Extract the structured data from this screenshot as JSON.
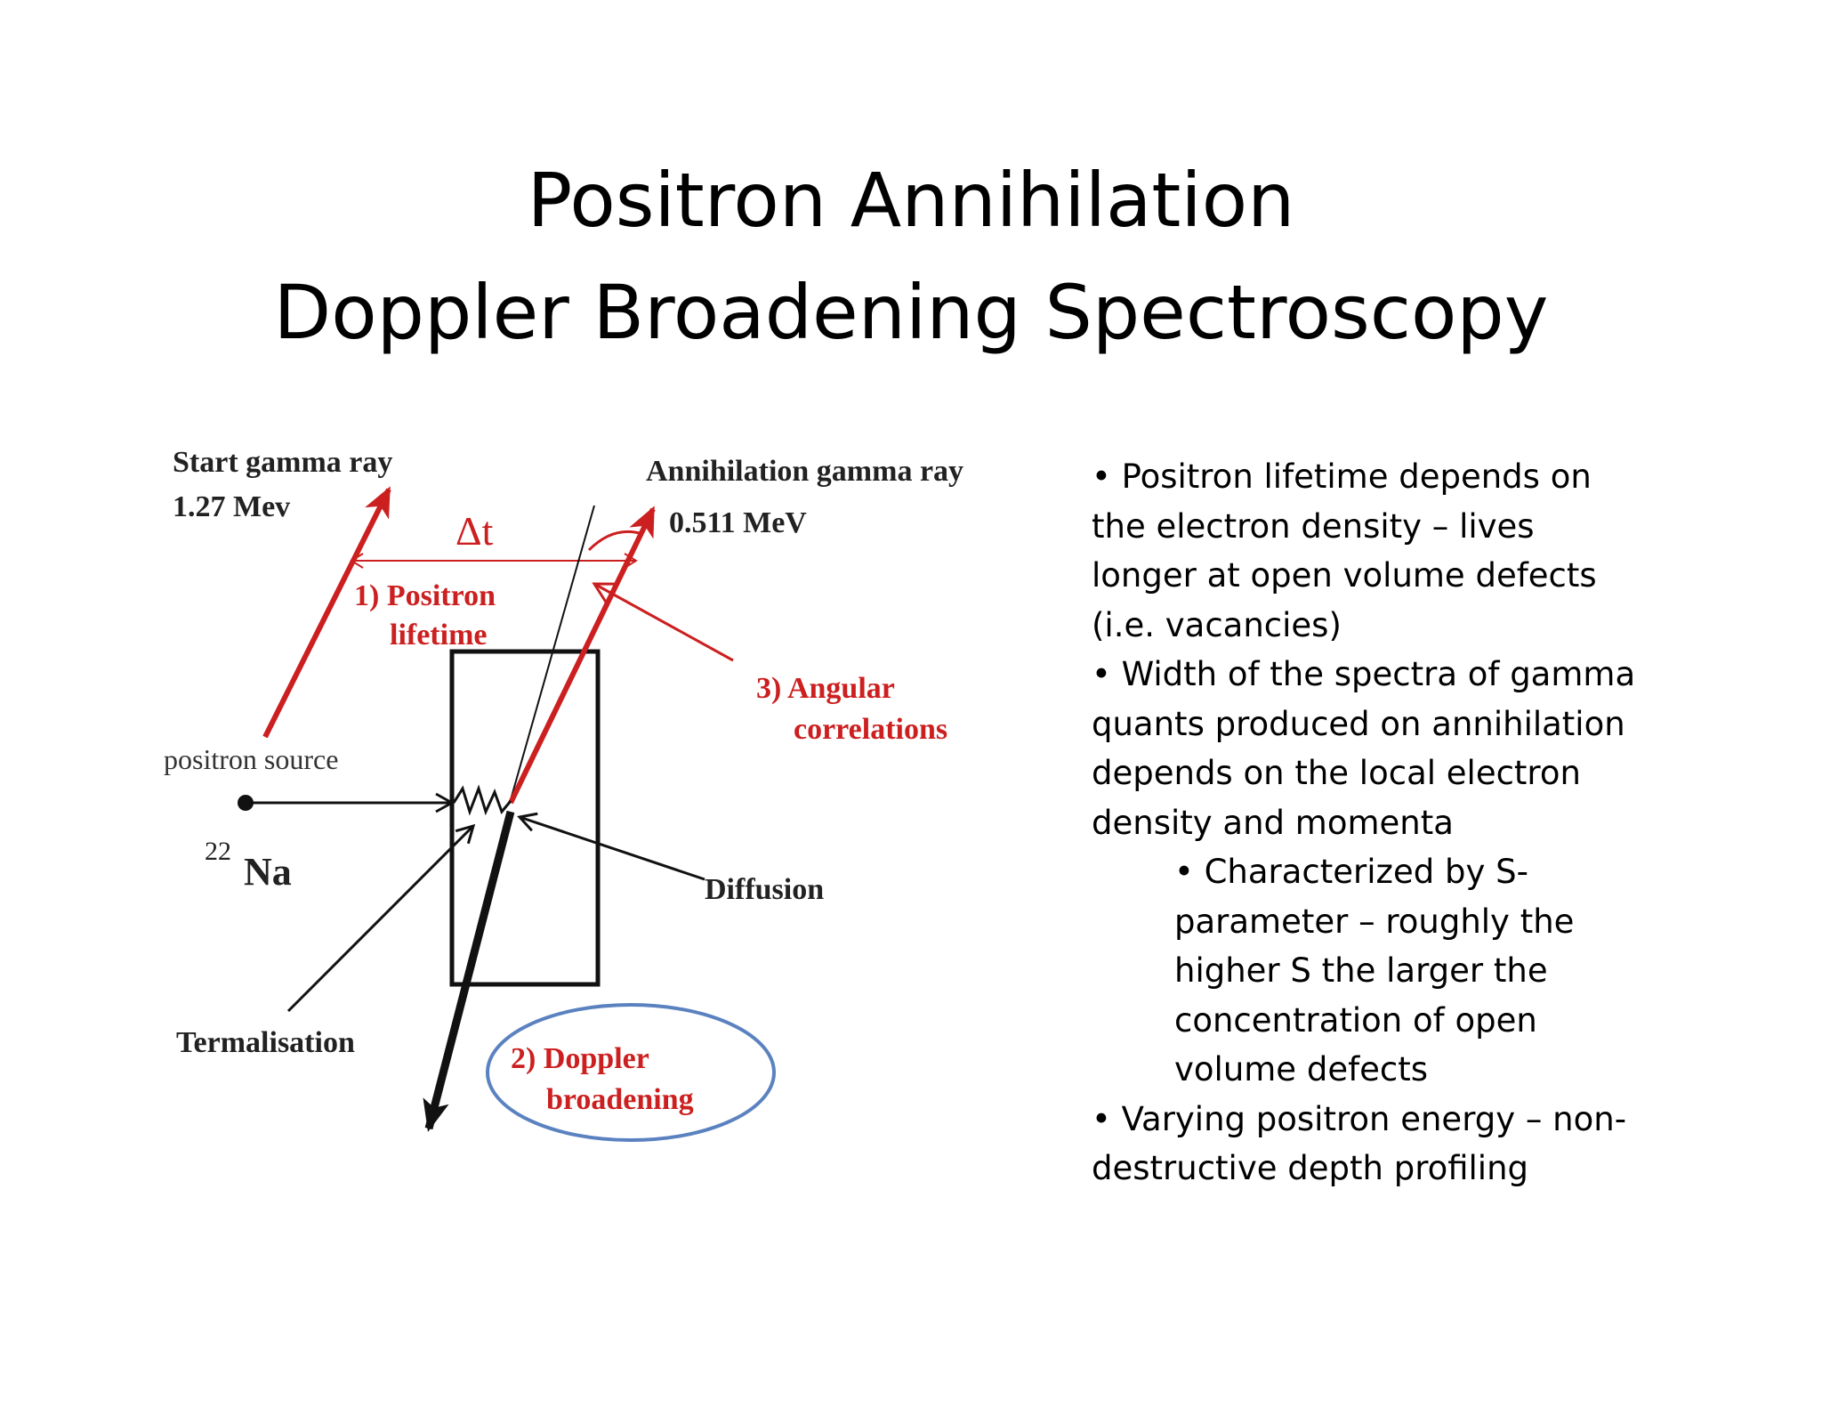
{
  "slide": {
    "title_line1": "Positron Annihilation",
    "title_line2": "Doppler Broadening Spectroscopy"
  },
  "diagram": {
    "start_gamma_label": "Start gamma ray",
    "start_gamma_energy": "1.27 Mev",
    "delta_t": "Δt",
    "positron_lifetime_line1": "1) Positron",
    "positron_lifetime_line2": "lifetime",
    "annihilation_gamma_label": "Annihilation gamma ray",
    "annihilation_gamma_energy": "0.511 MeV",
    "angular_line1": "3) Angular",
    "angular_line2": "correlations",
    "positron_source": "positron source",
    "isotope_mass": "22",
    "isotope_symbol": "Na",
    "diffusion": "Diffusion",
    "termalisation": "Termalisation",
    "doppler_line1": "2) Doppler",
    "doppler_line2": "broadening"
  },
  "colors": {
    "accent_red": "#cc1f1f",
    "ellipse_blue": "#5b82c0",
    "ink": "#111111"
  },
  "bullets": [
    {
      "level": 1,
      "text": "• Positron lifetime depends on\nthe electron density – lives\nlonger at open volume defects\n(i.e. vacancies)"
    },
    {
      "level": 1,
      "text": "• Width of the spectra of gamma\nquants produced on annihilation\ndepends on the local electron\ndensity and momenta"
    },
    {
      "level": 2,
      "text": "• Characterized by S-\nparameter – roughly the\nhigher S the larger the\nconcentration of open\nvolume defects"
    },
    {
      "level": 1,
      "text": "• Varying positron energy – non-\ndestructive depth profiling"
    }
  ]
}
